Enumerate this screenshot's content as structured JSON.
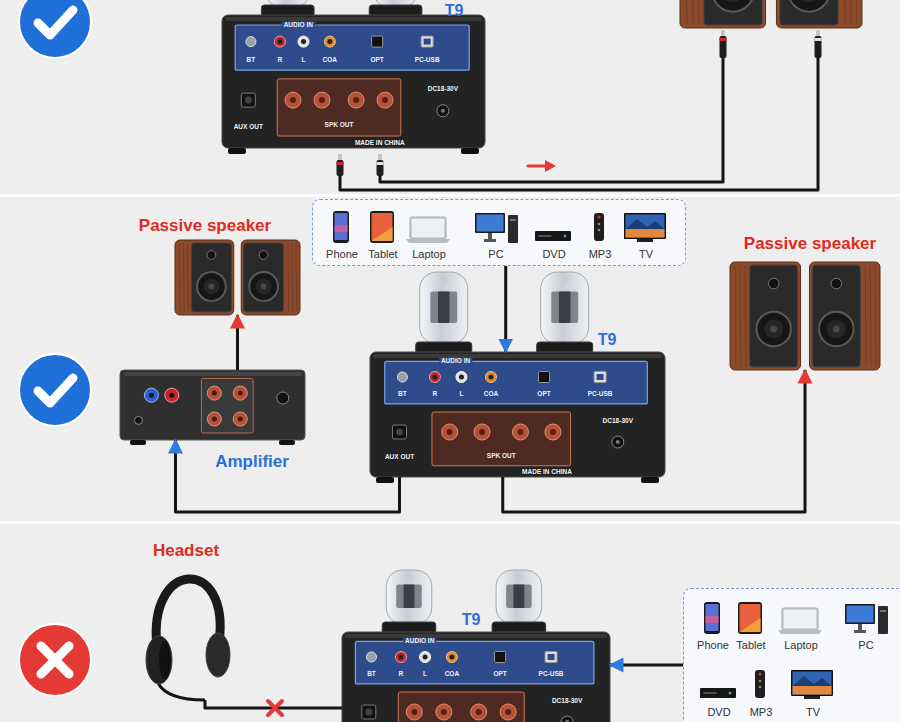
{
  "diagram": {
    "nodes": [
      {
        "text": [
          "T9"
        ]
      },
      {
        "text": [
          "Phone",
          "Tablet",
          "Laptop",
          "PC",
          "DVD",
          "MP3",
          "TV"
        ]
      },
      {
        "text": [
          "Passive speaker"
        ]
      },
      {
        "text": [
          "Passive speaker"
        ]
      },
      {
        "text": [
          "T9"
        ]
      },
      {
        "text": [
          "Amplifier"
        ]
      },
      {
        "text": [
          "Headset"
        ]
      },
      {
        "text": [
          "T9"
        ]
      },
      {
        "text": [
          "Phone",
          "Tablet",
          "Laptop",
          "PC",
          "DVD",
          "MP3",
          "TV"
        ]
      }
    ],
    "edges": [
      {
        "from": 1,
        "to": 4,
        "arrow": "to"
      },
      {
        "from": 4,
        "to": 5,
        "arrow": "to"
      },
      {
        "from": 4,
        "to": 3,
        "arrow": "to"
      },
      {
        "from": 5,
        "to": 2,
        "arrow": "to"
      },
      {
        "from": 8,
        "to": 7,
        "arrow": "to"
      },
      {
        "from": 7,
        "to": 6,
        "arrow": "none"
      }
    ],
    "labels": [
      "AUDIO IN",
      "BT",
      "R",
      "L",
      "COA",
      "OPT",
      "PC-USB",
      "AUX OUT",
      "SPK OUT",
      "DC18-30V",
      "MADE IN CHINA",
      "AUDIO IN",
      "BT",
      "R",
      "L",
      "COA",
      "OPT",
      "PC-USB",
      "AUX OUT",
      "SPK OUT",
      "DC18-30V",
      "MADE IN CHINA",
      "AUDIO IN",
      "BT",
      "R",
      "L",
      "COA",
      "OPT",
      "PC-USB",
      "DC18-30V"
    ]
  }
}
